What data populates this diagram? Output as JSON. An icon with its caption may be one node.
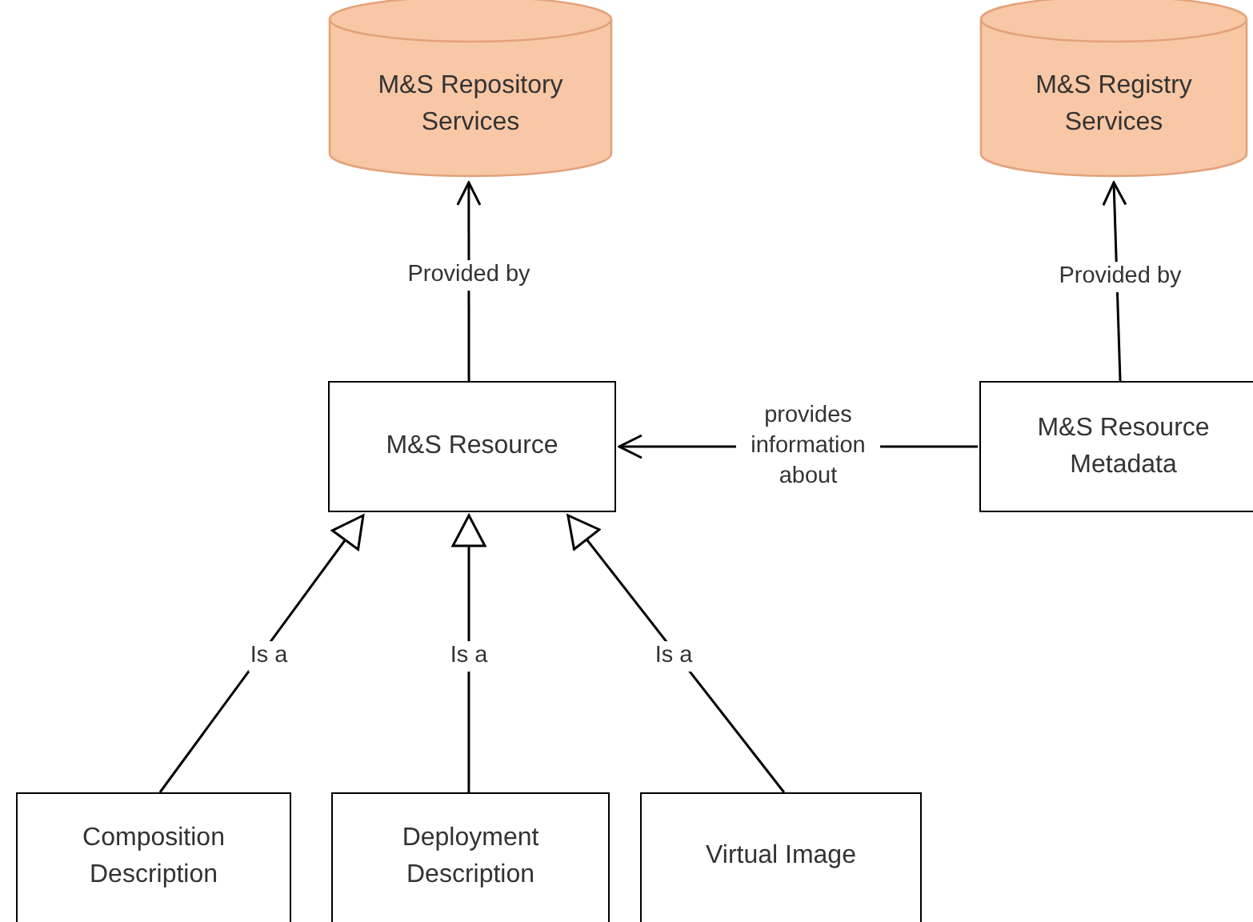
{
  "diagram": {
    "nodes": [
      {
        "text": [
          "M&S Repository Services"
        ]
      },
      {
        "text": [
          "M&S Registry Services"
        ]
      },
      {
        "text": [
          "M&S Resource"
        ]
      },
      {
        "text": [
          "M&S Resource Metadata"
        ]
      },
      {
        "text": [
          "Composition Description"
        ]
      },
      {
        "text": [
          "Deployment Description"
        ]
      },
      {
        "text": [
          "Virtual Image"
        ]
      }
    ],
    "edges": [
      {
        "from": 2,
        "to": 0,
        "arrow": "to",
        "label": "Provided by"
      },
      {
        "from": 3,
        "to": 1,
        "arrow": "to",
        "label": "Provided by"
      },
      {
        "from": 3,
        "to": 2,
        "arrow": "to",
        "label": "provides information about"
      },
      {
        "from": 4,
        "to": 2,
        "arrow": "to",
        "label": "Is a"
      },
      {
        "from": 5,
        "to": 2,
        "arrow": "to",
        "label": "Is a"
      },
      {
        "from": 6,
        "to": 2,
        "arrow": "to",
        "label": "Is a"
      }
    ]
  }
}
